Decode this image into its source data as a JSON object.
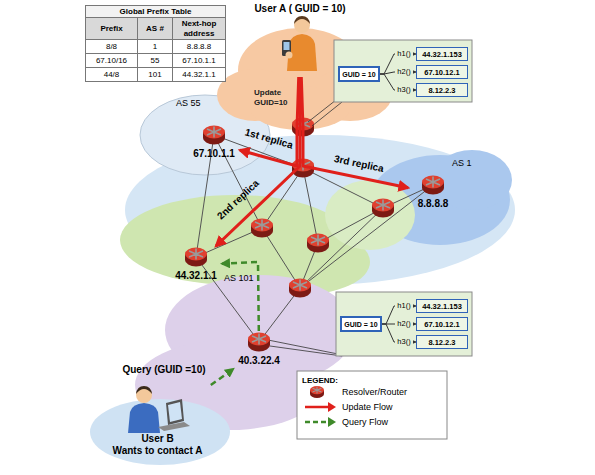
{
  "diagram": {
    "nodes": [
      {
        "text": [
          "User A ( GUID = 10)"
        ]
      },
      {
        "text": [
          "67.10.1.1"
        ]
      },
      {
        "text": [
          "8.8.8.8"
        ]
      },
      {
        "text": [
          "44.32.1.1"
        ]
      },
      {
        "text": [
          "40.3.22.4"
        ]
      },
      {
        "text": [
          "User B",
          "Wants to contact A"
        ]
      },
      {
        "text": [
          "GUID = 10"
        ]
      },
      {
        "text": [
          "44.32.1.153"
        ]
      },
      {
        "text": [
          "67.10.12.1"
        ]
      },
      {
        "text": [
          "8.12.2.3"
        ]
      },
      {
        "text": [
          "GUID = 10"
        ]
      },
      {
        "text": [
          "44.32.1.153"
        ]
      },
      {
        "text": [
          "67.10.12.1"
        ]
      },
      {
        "text": [
          "8.12.2.3"
        ]
      }
    ],
    "edges": [
      {
        "from": 0,
        "to": 1,
        "arrow": "to",
        "label": "1st replica"
      },
      {
        "from": 0,
        "to": 3,
        "arrow": "to",
        "label": "2nd replica"
      },
      {
        "from": 0,
        "to": 2,
        "arrow": "to",
        "label": "3rd replica"
      },
      {
        "from": 5,
        "to": 4,
        "arrow": "to",
        "label": "Query (GUID =10)"
      },
      {
        "from": 4,
        "to": 3,
        "arrow": "to"
      },
      {
        "from": 6,
        "to": 7,
        "arrow": "to",
        "label": "h1()"
      },
      {
        "from": 6,
        "to": 8,
        "arrow": "to",
        "label": "h2()"
      },
      {
        "from": 6,
        "to": 9,
        "arrow": "to",
        "label": "h3()"
      },
      {
        "from": 10,
        "to": 11,
        "arrow": "to",
        "label": "h1()"
      },
      {
        "from": 10,
        "to": 12,
        "arrow": "to",
        "label": "h2()"
      },
      {
        "from": 10,
        "to": 13,
        "arrow": "to",
        "label": "h3()"
      }
    ],
    "labels": [
      "Global Prefix Table",
      "Prefix",
      "AS #",
      "Next-hop address",
      "8/8",
      "1",
      "8.8.8.8",
      "67.10/16",
      "55",
      "67.10.1.1",
      "44/8",
      "101",
      "44.32.1.1",
      "Update GUID=10",
      "AS 55",
      "AS 1",
      "AS 101",
      "LEGEND:"
    ],
    "legend": [
      {
        "text": "Resolver/Router"
      },
      {
        "text": "Update Flow"
      },
      {
        "text": "Query Flow"
      }
    ]
  }
}
